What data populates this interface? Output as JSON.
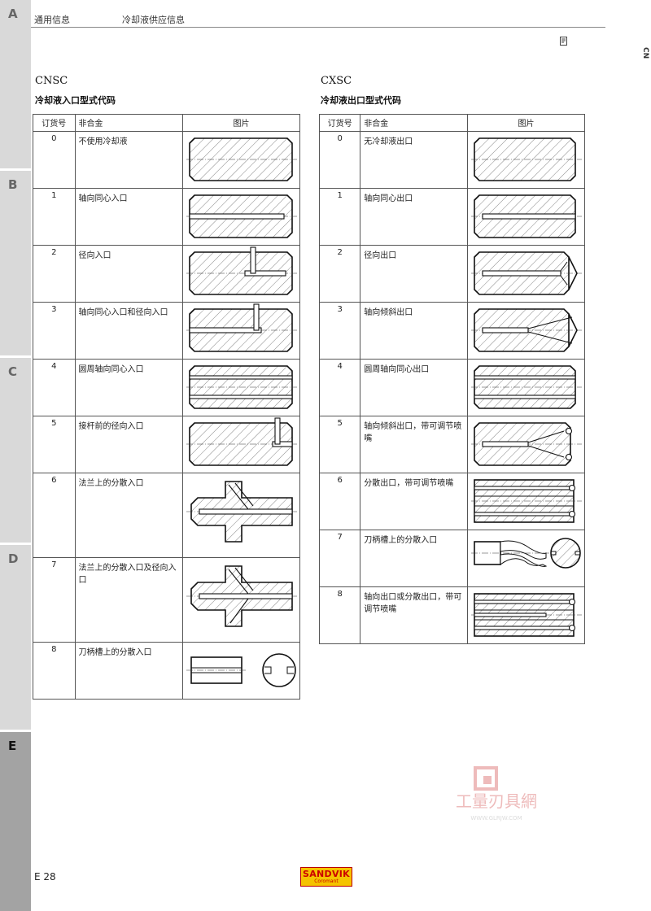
{
  "tabs": [
    "A",
    "B",
    "C",
    "D",
    "E"
  ],
  "header": {
    "left": "通用信息",
    "right": "冷却液供应信息"
  },
  "edge_label": "CN",
  "left_section": {
    "title": "CNSC",
    "subtitle": "冷却液入口型式代码",
    "columns": [
      "订货号",
      "非合金",
      "图片"
    ],
    "rows": [
      {
        "code": "0",
        "desc": "不使用冷却液"
      },
      {
        "code": "1",
        "desc": "轴向同心入口"
      },
      {
        "code": "2",
        "desc": "径向入口"
      },
      {
        "code": "3",
        "desc": "轴向同心入口和径向入口"
      },
      {
        "code": "4",
        "desc": "圆周轴向同心入口"
      },
      {
        "code": "5",
        "desc": "接杆前的径向入口"
      },
      {
        "code": "6",
        "desc": "法兰上的分散入口"
      },
      {
        "code": "7",
        "desc": "法兰上的分散入口及径向入口"
      },
      {
        "code": "8",
        "desc": "刀柄槽上的分散入口"
      }
    ]
  },
  "right_section": {
    "title": "CXSC",
    "subtitle": "冷却液出口型式代码",
    "columns": [
      "订货号",
      "非合金",
      "图片"
    ],
    "rows": [
      {
        "code": "0",
        "desc": "无冷却液出口"
      },
      {
        "code": "1",
        "desc": "轴向同心出口"
      },
      {
        "code": "2",
        "desc": "径向出口"
      },
      {
        "code": "3",
        "desc": "轴向倾斜出口"
      },
      {
        "code": "4",
        "desc": "圆周轴向同心出口"
      },
      {
        "code": "5",
        "desc": "轴向倾斜出口，带可调节喷嘴"
      },
      {
        "code": "6",
        "desc": "分散出口，带可调节喷嘴"
      },
      {
        "code": "7",
        "desc": "刀柄槽上的分散入口"
      },
      {
        "code": "8",
        "desc": "轴向出口或分散出口，带可调节喷嘴"
      }
    ]
  },
  "footer": {
    "page": "E 28",
    "logo_main": "SANDVIK",
    "logo_sub": "Coromant"
  },
  "watermark": {
    "text": "工量刃具網",
    "url": "WWW.GLRJW.COM"
  },
  "colors": {
    "tab": "#d9d9d9",
    "tab_active": "#a3a3a3",
    "logo_bg": "#f5c300",
    "logo_text": "#cc0000",
    "watermark": "#d04040"
  }
}
